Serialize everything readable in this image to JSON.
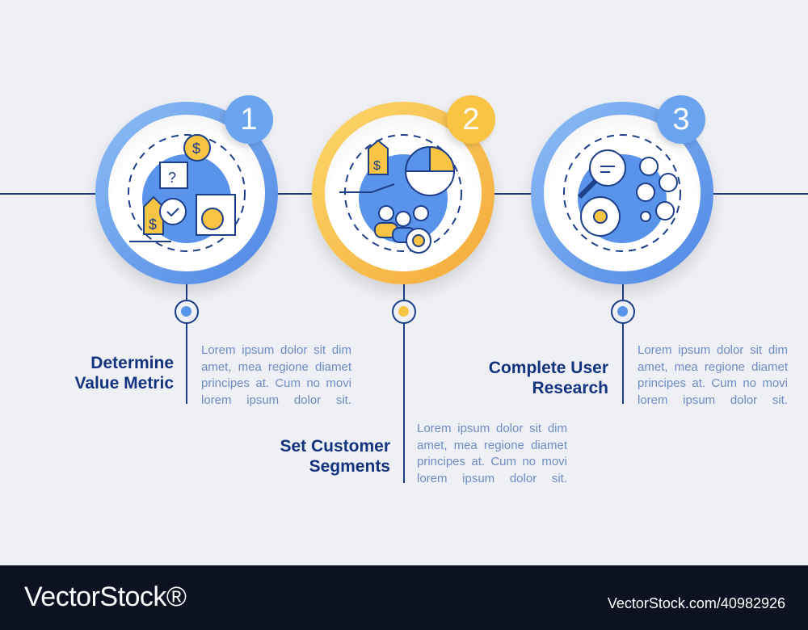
{
  "colors": {
    "blue": "#5a93ea",
    "yellow": "#f7c443",
    "navy": "#1d3f8a",
    "footer": "#0d1222"
  },
  "steps": [
    {
      "number": "1",
      "title_line1": "Determine",
      "title_line2": "Value Metric",
      "desc": "Lorem ipsum dolor sit dim amet, mea regione diamet principes at. Cum no movi lorem ipsum dolor sit.",
      "icon": "value-metric-icon"
    },
    {
      "number": "2",
      "title_line1": "Set Customer",
      "title_line2": "Segments",
      "desc": "Lorem ipsum dolor sit dim amet, mea regione diamet principes at. Cum no movi lorem ipsum dolor sit.",
      "icon": "customer-segments-icon"
    },
    {
      "number": "3",
      "title_line1": "Complete User",
      "title_line2": "Research",
      "desc": "Lorem ipsum dolor sit dim amet, mea regione diamet principes at. Cum no movi lorem ipsum dolor sit.",
      "icon": "user-research-icon"
    }
  ],
  "footer": {
    "logo": "VectorStock®",
    "image_id": "VectorStock.com/40982926"
  }
}
